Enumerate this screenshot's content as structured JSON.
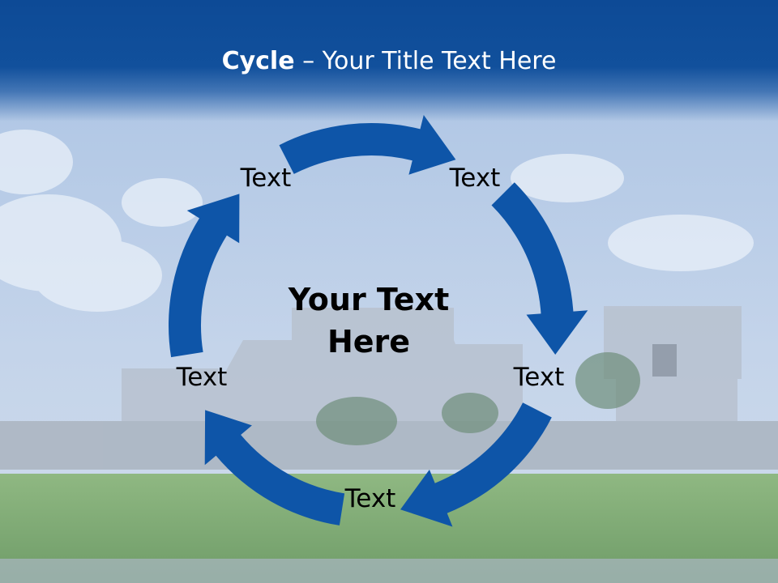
{
  "slide": {
    "title_bold": "Cycle",
    "title_rest": " – Your Title Text Here",
    "center_text_line1": "Your Text",
    "center_text_line2": "Here"
  },
  "cycle": {
    "labels": [
      "Text",
      "Text",
      "Text",
      "Text",
      "Text"
    ]
  },
  "colors": {
    "header": "#0d4a96",
    "arrow": "#0e55a8",
    "sky": "#b9cde6",
    "grass": "#7aa86a"
  }
}
